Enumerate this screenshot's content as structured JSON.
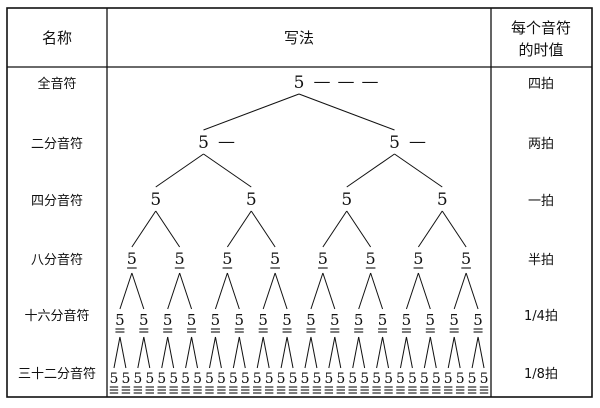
{
  "header": {
    "name_col": "名称",
    "notation_col": "写法",
    "duration_col_line1": "每个音符",
    "duration_col_line2": "的时值"
  },
  "note_digit": "5",
  "dash": "—",
  "rows": [
    {
      "name": "全音符",
      "duration": "四拍",
      "notes": 1,
      "underlines": 0,
      "trailing_dashes": 3
    },
    {
      "name": "二分音符",
      "duration": "两拍",
      "notes": 2,
      "underlines": 0,
      "trailing_dashes": 1
    },
    {
      "name": "四分音符",
      "duration": "一拍",
      "notes": 4,
      "underlines": 0,
      "trailing_dashes": 0
    },
    {
      "name": "八分音符",
      "duration": "半拍",
      "notes": 8,
      "underlines": 1,
      "trailing_dashes": 0
    },
    {
      "name": "十六分音符",
      "duration": "1/4拍",
      "notes": 16,
      "underlines": 2,
      "trailing_dashes": 0
    },
    {
      "name": "三十二分音符",
      "duration": "1/8拍",
      "notes": 32,
      "underlines": 3,
      "trailing_dashes": 0
    }
  ]
}
